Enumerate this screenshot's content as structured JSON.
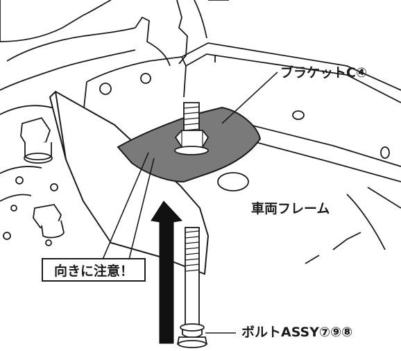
{
  "labels": {
    "bracket": "ブラケットC④",
    "frame": "車両フレーム",
    "bolt": "ボルトASSY⑦⑨⑧",
    "warning": "向きに注意！"
  },
  "colors": {
    "line": "#1a1a1a",
    "bracket_fill": "#7a7a7a",
    "arrow": "#111111",
    "background": "#ffffff"
  }
}
